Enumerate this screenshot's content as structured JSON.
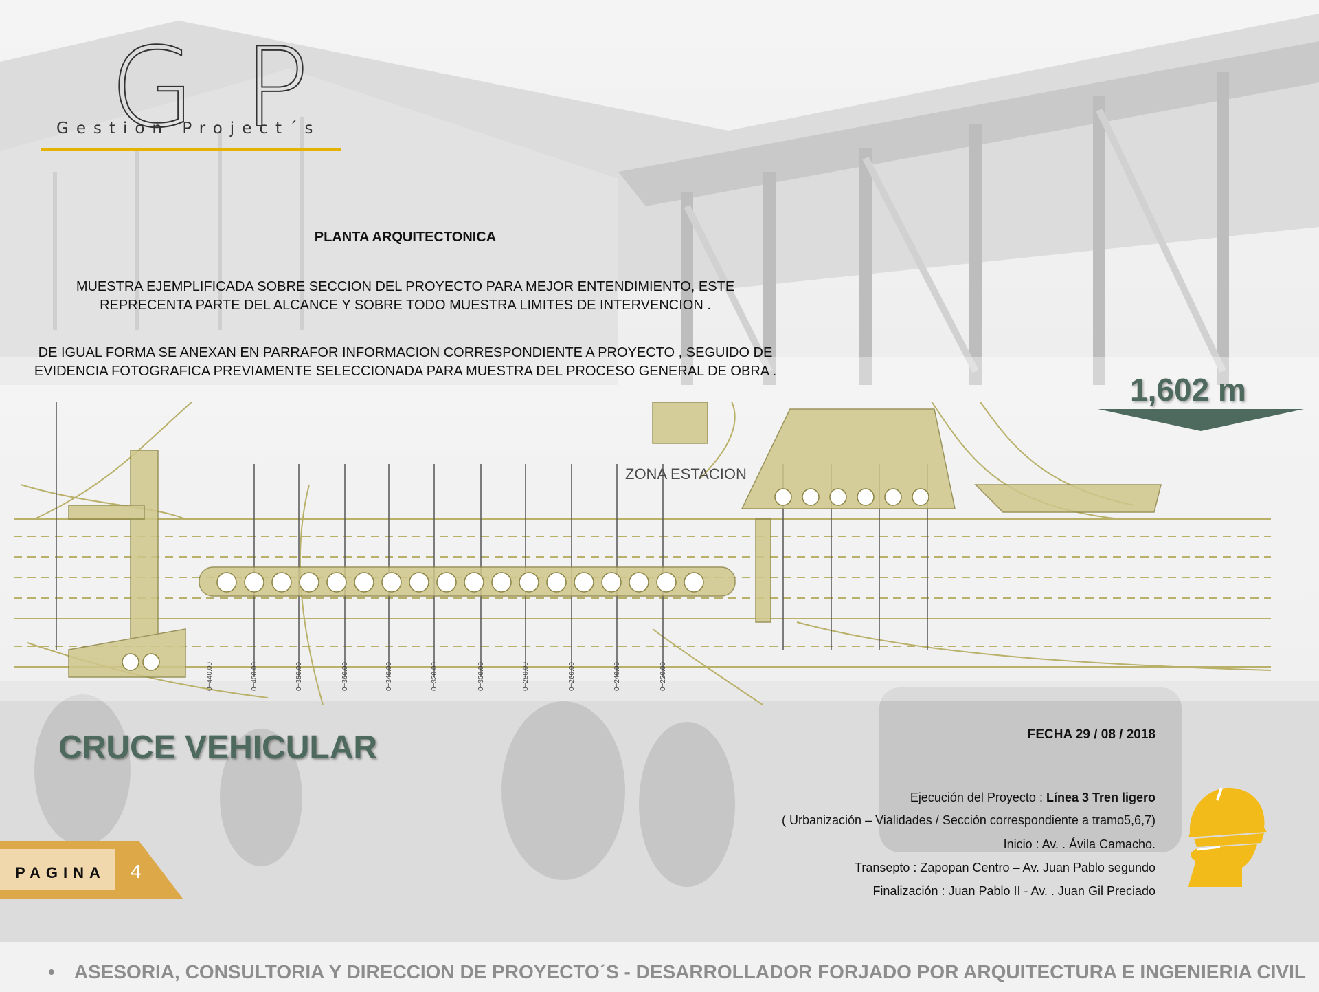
{
  "logo": {
    "letters": "GP",
    "name": "Gestion Project´s"
  },
  "heading": "PLANTA ARQUITECTONICA",
  "paragraph1": "MUESTRA EJEMPLIFICADA SOBRE SECCION DEL PROYECTO PARA MEJOR ENTENDIMIENTO, ESTE REPRECENTA PARTE DEL ALCANCE Y SOBRE TODO MUESTRA LIMITES DE INTERVENCION .",
  "paragraph2": "DE IGUAL FORMA SE ANEXAN EN PARRAFOR INFORMACION CORRESPONDIENTE A PROYECTO , SEGUIDO DE EVIDENCIA FOTOGRAFICA PREVIAMENTE SELECCIONADA PARA MUESTRA DEL PROCESO GENERAL DE OBRA .",
  "length": "1,602 m",
  "plan": {
    "zone_label": "ZONA ESTACION",
    "chainages": [
      "0+440.00",
      "0+400.00",
      "0+380.00",
      "0+360.00",
      "0+340.00",
      "0+320.00",
      "0+300.00",
      "0+280.00",
      "0+260.00",
      "0+240.00",
      "0+220.00"
    ]
  },
  "section_title": "CRUCE VEHICULAR",
  "date": "FECHA 29 / 08 / 2018",
  "project": {
    "execution_label": "Ejecución del Proyecto  : ",
    "execution_value": "Línea 3 Tren ligero",
    "scope": "( Urbanización – Vialidades / Sección correspondiente a tramo5,6,7)",
    "start": "Inicio : Av. .  Ávila Camacho.",
    "transept": "Transepto : Zapopan Centro  –  Av. Juan Pablo segundo",
    "end": "Finalización  : Juan Pablo II  - Av. . Juan Gil Preciado"
  },
  "page": {
    "label": "PAGINA",
    "number": "4"
  },
  "footer": {
    "bullet": "•",
    "text": "ASESORIA, CONSULTORIA Y DIRECCION DE PROYECTO´S  - DESARROLLADOR FORJADO POR ARQUITECTURA E INGENIERIA CIVIL"
  },
  "colors": {
    "accent": "#e5b200",
    "title_green": "#4e6a5f",
    "helmet": "#f3bb1a",
    "page_tag": "#dda848",
    "plan_line": "#b9b069"
  }
}
